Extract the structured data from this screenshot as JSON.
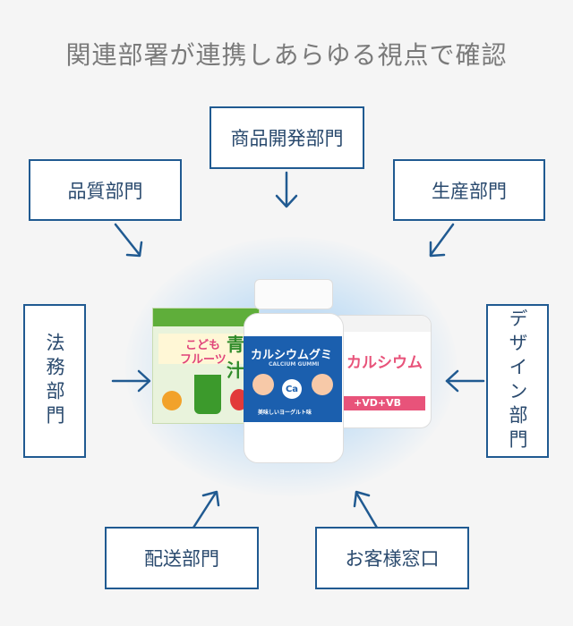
{
  "title": "関連部署が連携しあらゆる視点で確認",
  "departments": {
    "product_dev": "商品開発部門",
    "quality": "品質部門",
    "production": "生産部門",
    "legal": "法務部門",
    "design": "デザイン部門",
    "shipping": "配送部門",
    "customer": "お客様窓口"
  },
  "products": {
    "left_box": {
      "line1": "こども",
      "line2": "フルーツ",
      "line3": "青汁"
    },
    "bottle": {
      "name": "カルシウムグミ",
      "sub": "CALCIUM GUMMI",
      "element": "Ca",
      "flavor": "美味しいヨーグルト味"
    },
    "jar": {
      "name": "カルシウム",
      "extra": "+VD+VB"
    }
  },
  "colors": {
    "border": "#205a91",
    "text": "#2a4a6e",
    "title": "#7a7a7a",
    "bottle_band": "#1b5fae",
    "jar_pink": "#e8537a"
  }
}
